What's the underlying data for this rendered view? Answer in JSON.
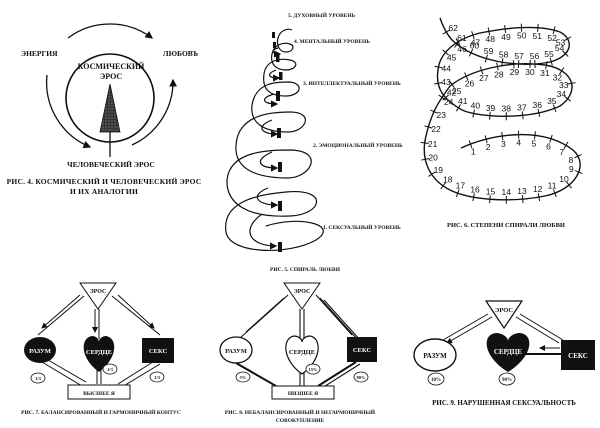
{
  "fig4": {
    "energy": "ЭНЕРГИЯ",
    "love": "ЛЮБОВЪ",
    "cosmic_line1": "КОСМИЧЕСКИЙ",
    "cosmic_line2": "ЭРОС",
    "human": "ЧЕЛОВЕЧЕСКИЙ ЭРОС",
    "caption_line1": "РИС. 4. КОСМИЧЕСКИЙ И ЧЕЛОВЕЧЕСКИЙ ЭРОС",
    "caption_line2": "И ИХ АНАЛОГИИ"
  },
  "fig5": {
    "levels": [
      "5. ДУХОВНЫЙ УРОВЕНЬ",
      "4. МЕНТАЛЬНЫЙ УРОВЕНЬ",
      "3. ИНТЕЛЛЕКТУАЛЬНЫЙ УРОВЕНЬ",
      "2. ЭМОЦИОНАЛЬНЫЙ УРОВЕНЬ",
      "1. СЕКСУАЛЬНЫЙ УРОВЕНЬ"
    ],
    "caption": "РИС. 5. СПИРАЛЬ ЛЮБВИ"
  },
  "fig6": {
    "caption": "РИС. 6. СТЕПЕНИ СПИРАЛИ ЛЮБВИ",
    "degrees": [
      "1",
      "2",
      "3",
      "4",
      "5",
      "6",
      "7",
      "8",
      "9",
      "10",
      "11",
      "12",
      "13",
      "14",
      "15",
      "16",
      "17",
      "18",
      "19",
      "20",
      "21",
      "22",
      "23",
      "24",
      "25",
      "26",
      "27",
      "28",
      "29",
      "30",
      "31",
      "32",
      "33",
      "34",
      "35",
      "36",
      "37",
      "38",
      "39",
      "40",
      "41",
      "42",
      "43",
      "44",
      "45",
      "46",
      "47",
      "48",
      "49",
      "50",
      "51",
      "52",
      "53",
      "54",
      "55",
      "56",
      "57",
      "58",
      "59",
      "60",
      "61",
      "62"
    ]
  },
  "fig7": {
    "eros": "ЭРОС",
    "mind": "РАЗУМ",
    "heart": "СЕРДЦЕ",
    "sex": "СЕКС",
    "self": "ВЫСШЕЕ Я",
    "share_mind": "1/3",
    "share_heart": "1/3",
    "share_sex": "1/3",
    "caption": "РИС. 7. БАЛАНСИРОВАННЫЙ И ГАРМОНИЧНЫЙ КОНТУС"
  },
  "fig8": {
    "eros": "ЭРОС",
    "mind": "РАЗУМ",
    "heart": "СЕРДЦЕ",
    "sex": "СЕКС",
    "self": "НИЗШЕЕ Я",
    "share_mind": "5%",
    "share_heart": "15%",
    "share_sex": "80%",
    "caption_line1": "РИС. 8. НЕБАЛАНСИРОВАННЫЙ И НЕГАРМОНИЧНЫЙ",
    "caption_line2": "СОВОКУПЛЕНИЕ"
  },
  "fig9": {
    "eros": "ЭРОС",
    "mind": "РАЗУМ",
    "heart": "СЕРДЦЕ",
    "sex": "СЕКС",
    "share_mind": "10%",
    "share_heart": "90%",
    "caption": "РИС. 9. НАРУШЕННАЯ СЕКСУАЛЬНОСТЬ"
  }
}
